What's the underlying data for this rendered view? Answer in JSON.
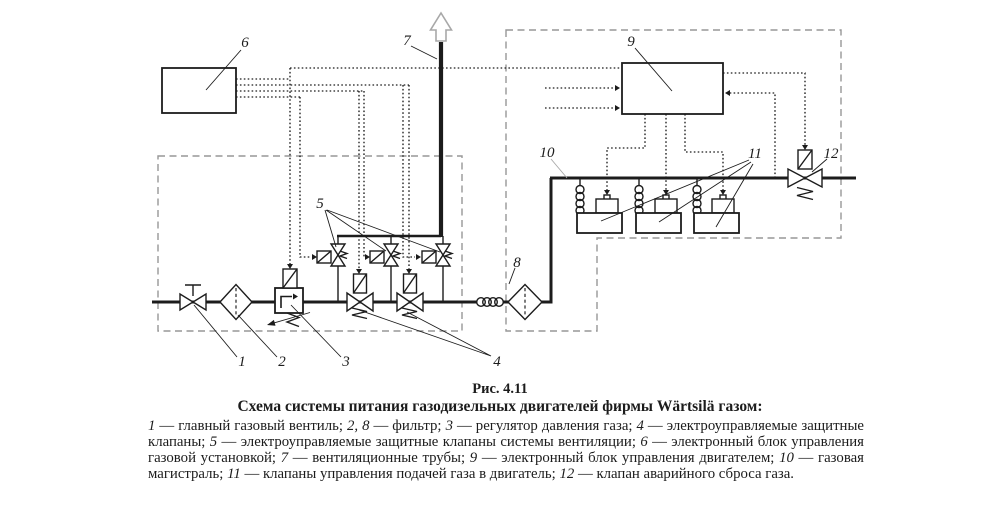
{
  "figure": {
    "fig_label": "Рис. 4.11",
    "title": "Схема системы питания газодизельных двигателей фирмы Wärtsilä газом:",
    "legend": [
      {
        "num": "1",
        "text": " — главный газовый вентиль; "
      },
      {
        "num": "2, 8",
        "text": " — фильтр; "
      },
      {
        "num": "3",
        "text": " — регулятор давления газа; "
      },
      {
        "num": "4",
        "text": " — электроуправляемые защитные клапаны; "
      },
      {
        "num": "5",
        "text": " — электроуправляемые защитные клапаны системы вентиляции; "
      },
      {
        "num": "6",
        "text": " — электронный блок управления газовой установкой; "
      },
      {
        "num": "7",
        "text": " — вентиляционные трубы; "
      },
      {
        "num": "9",
        "text": " — электронный блок управления двигателем; "
      },
      {
        "num": "10",
        "text": " — газовая магистраль; "
      },
      {
        "num": "11",
        "text": " — клапаны управления подачей газа в двигатель; "
      },
      {
        "num": "12",
        "text": " — клапан аварийного сброса газа."
      }
    ]
  },
  "diagram": {
    "labels": {
      "l1": "1",
      "l2": "2",
      "l3": "3",
      "l4": "4",
      "l5": "5",
      "l6": "6",
      "l7": "7",
      "l8": "8",
      "l9": "9",
      "l10": "10",
      "l11": "11",
      "l12": "12"
    },
    "colors": {
      "line": "#1c1c1c",
      "enclosure_dash": "#979797",
      "leader_soft": "#a8a8a8"
    }
  }
}
